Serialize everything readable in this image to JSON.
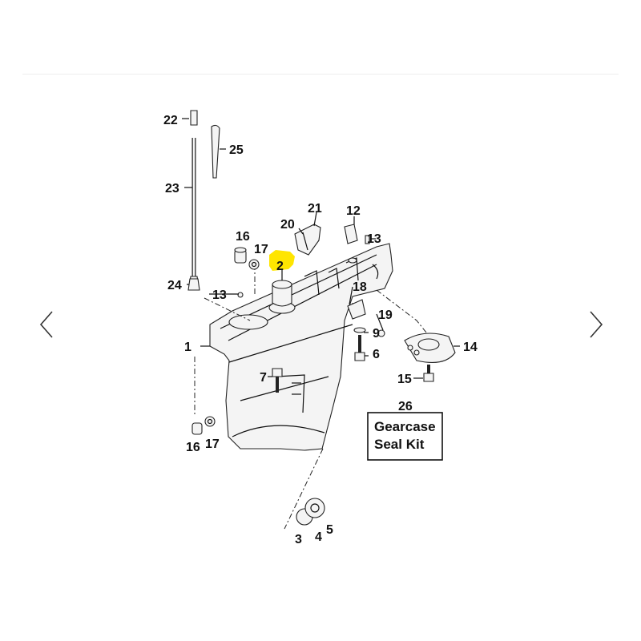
{
  "nav": {
    "prev_icon": "chevron-left-icon",
    "next_icon": "chevron-right-icon"
  },
  "diagram": {
    "highlight_color": "#ffe500",
    "callouts": {
      "p1": "1",
      "p2": "2",
      "p3": "3",
      "p4": "4",
      "p5": "5",
      "p6": "6",
      "p7": "7",
      "p9": "9",
      "p12": "12",
      "p13a": "13",
      "p13b": "13",
      "p14": "14",
      "p15": "15",
      "p16a": "16",
      "p16b": "16",
      "p17a": "17",
      "p17b": "17",
      "p18": "18",
      "p19": "19",
      "p20": "20",
      "p21": "21",
      "p22": "22",
      "p23": "23",
      "p24": "24",
      "p25": "25",
      "p26": "26"
    },
    "kit_box": {
      "line1": "Gearcase",
      "line2": "Seal Kit"
    }
  }
}
